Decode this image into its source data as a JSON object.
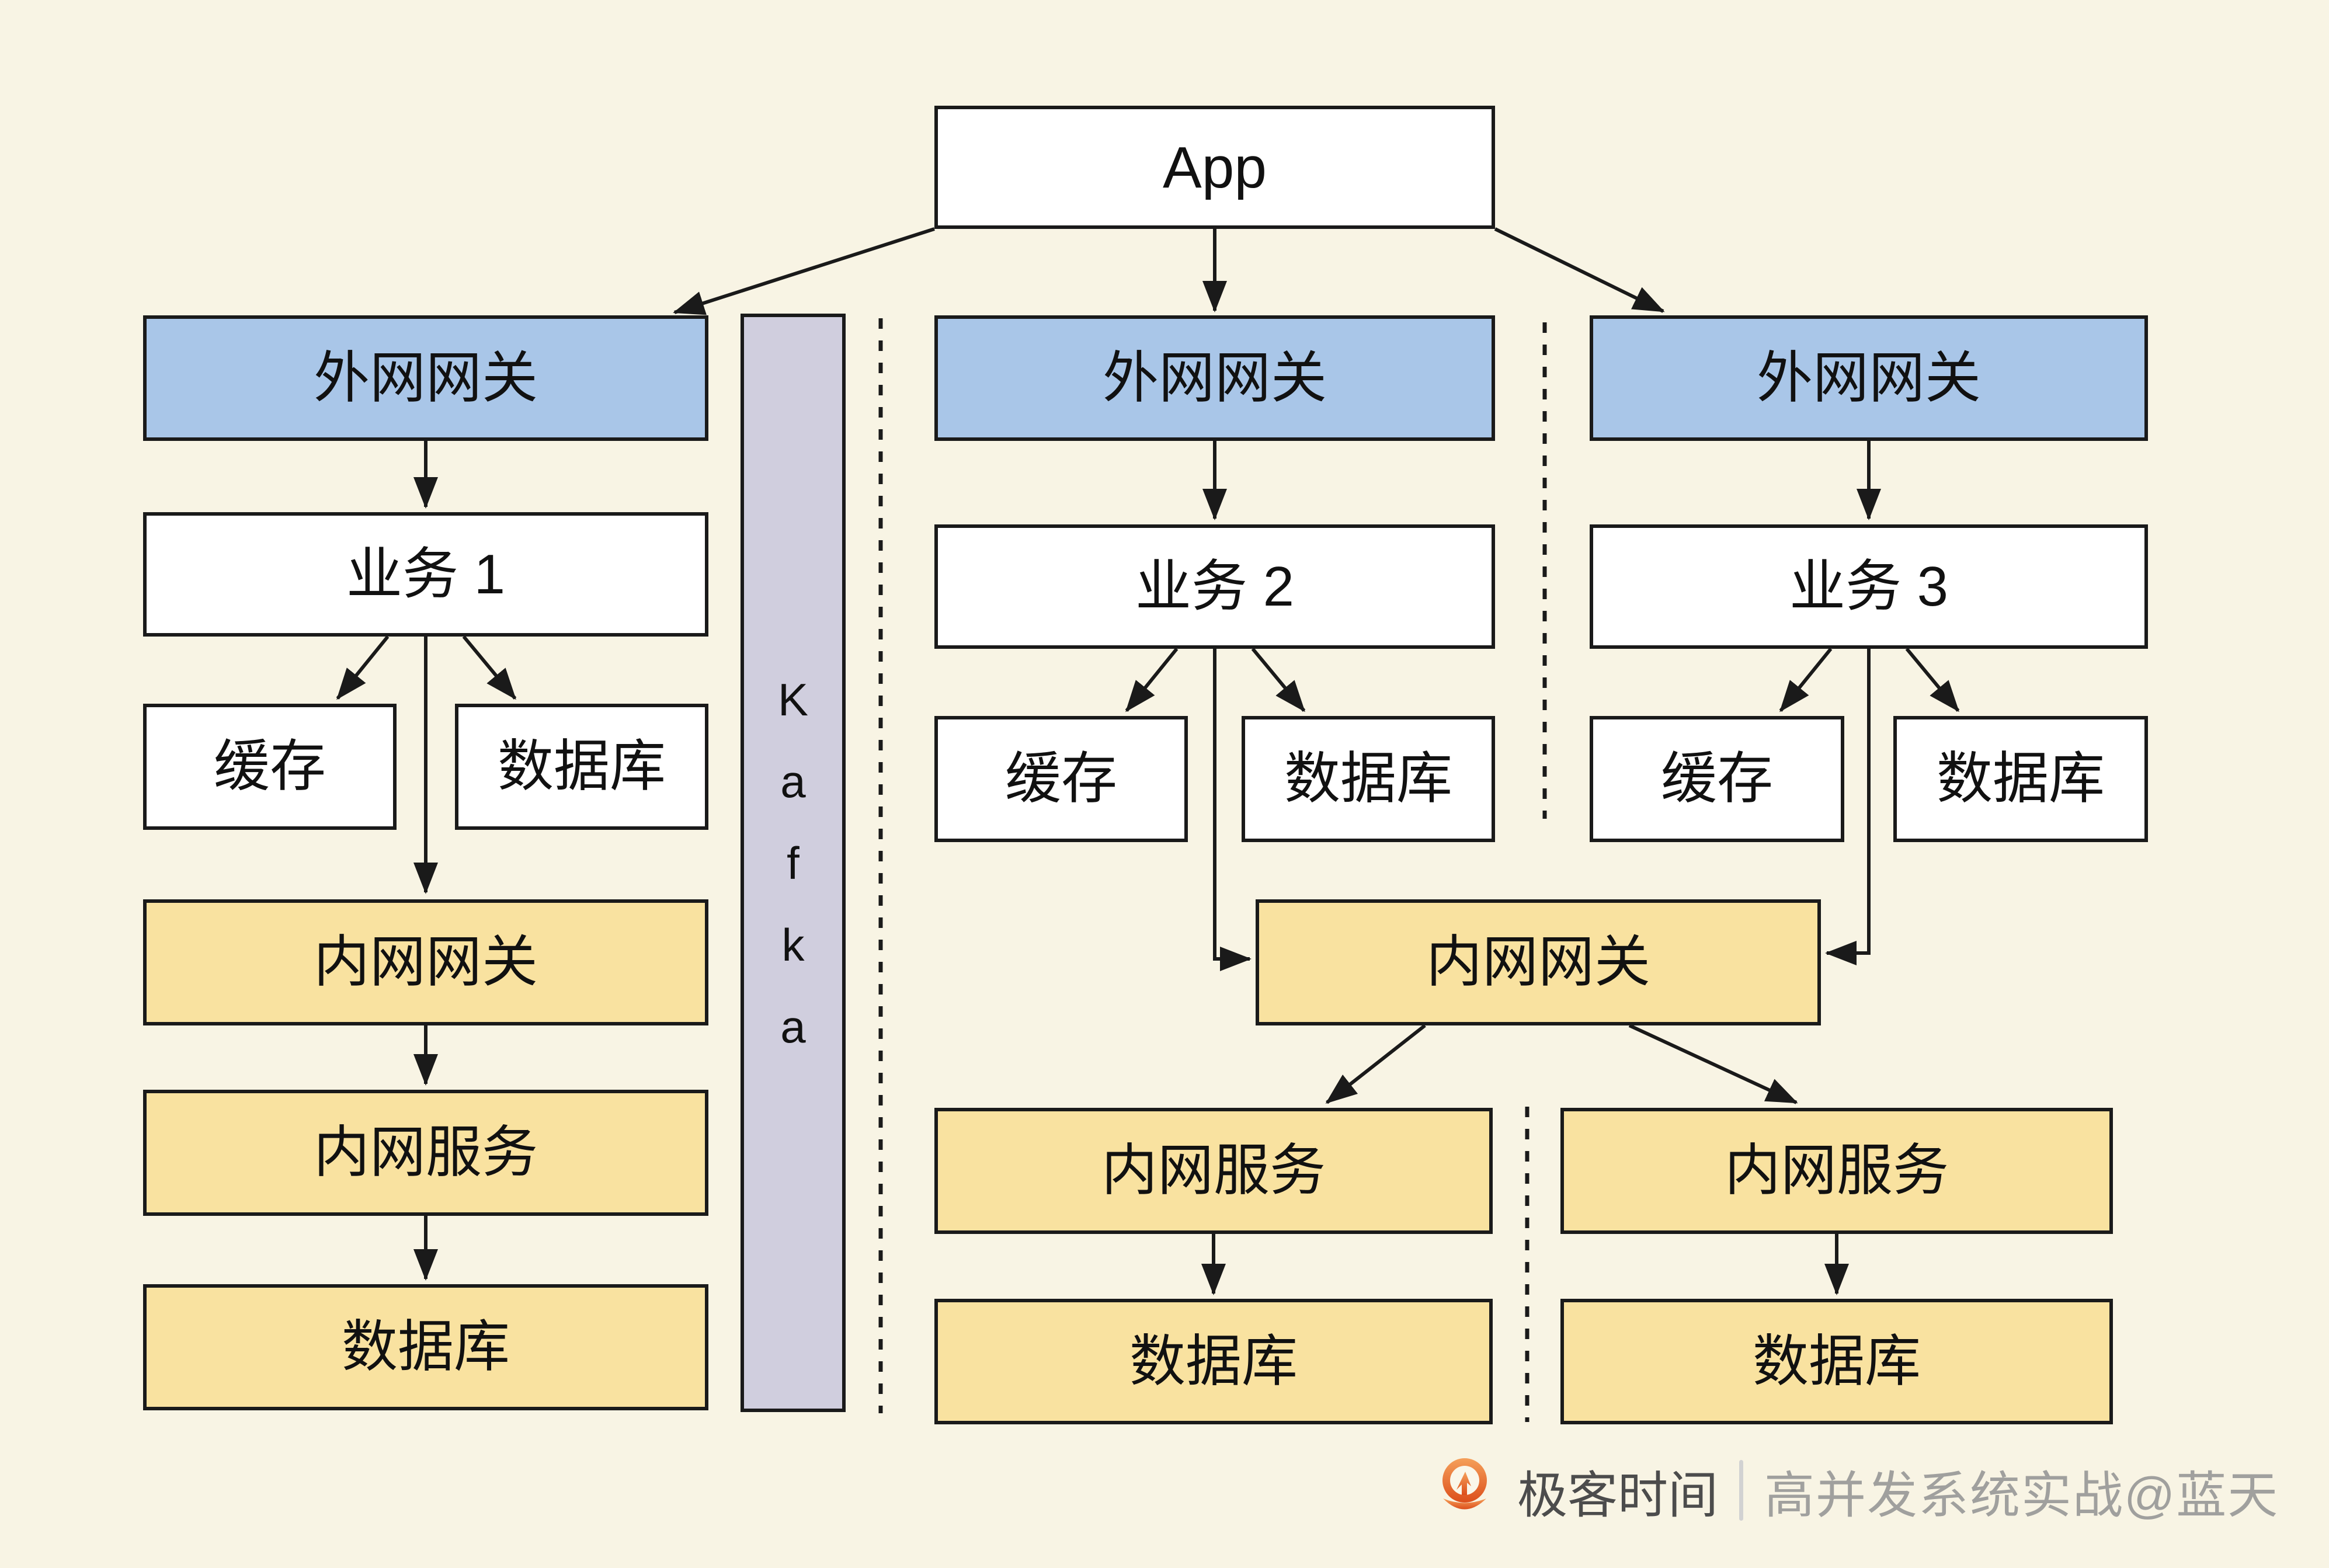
{
  "colors": {
    "background": "#f8f4e4",
    "external_gateway_fill": "#a9c6e8",
    "internal_layer_fill": "#f9e2a0",
    "kafka_fill": "#d0cede",
    "plain_box_fill": "#ffffff",
    "line_and_border": "#1a1a1a",
    "brand_orange": "#e05a20",
    "brand_text": "#4c4c4c",
    "credit_text": "#a0a09e"
  },
  "nodes": {
    "app": {
      "label": "App"
    },
    "gw1": {
      "label": "外网网关"
    },
    "gw2": {
      "label": "外网网关"
    },
    "gw3": {
      "label": "外网网关"
    },
    "svc1": {
      "label": "业务 1"
    },
    "svc2": {
      "label": "业务 2"
    },
    "svc3": {
      "label": "业务 3"
    },
    "cache1": {
      "label": "缓存"
    },
    "db1": {
      "label": "数据库"
    },
    "cache2": {
      "label": "缓存"
    },
    "db2": {
      "label": "数据库"
    },
    "cache3": {
      "label": "缓存"
    },
    "db3": {
      "label": "数据库"
    },
    "kafka": {
      "label": "Kafka"
    },
    "igw1": {
      "label": "内网网关"
    },
    "igw_shared": {
      "label": "内网网关"
    },
    "isvc1": {
      "label": "内网服务"
    },
    "isvc2": {
      "label": "内网服务"
    },
    "isvc3": {
      "label": "内网服务"
    },
    "idb1": {
      "label": "数据库"
    },
    "idb2": {
      "label": "数据库"
    },
    "idb3": {
      "label": "数据库"
    }
  },
  "footer": {
    "brand": "极客时间",
    "credit": "高并发系统实战@蓝天"
  }
}
